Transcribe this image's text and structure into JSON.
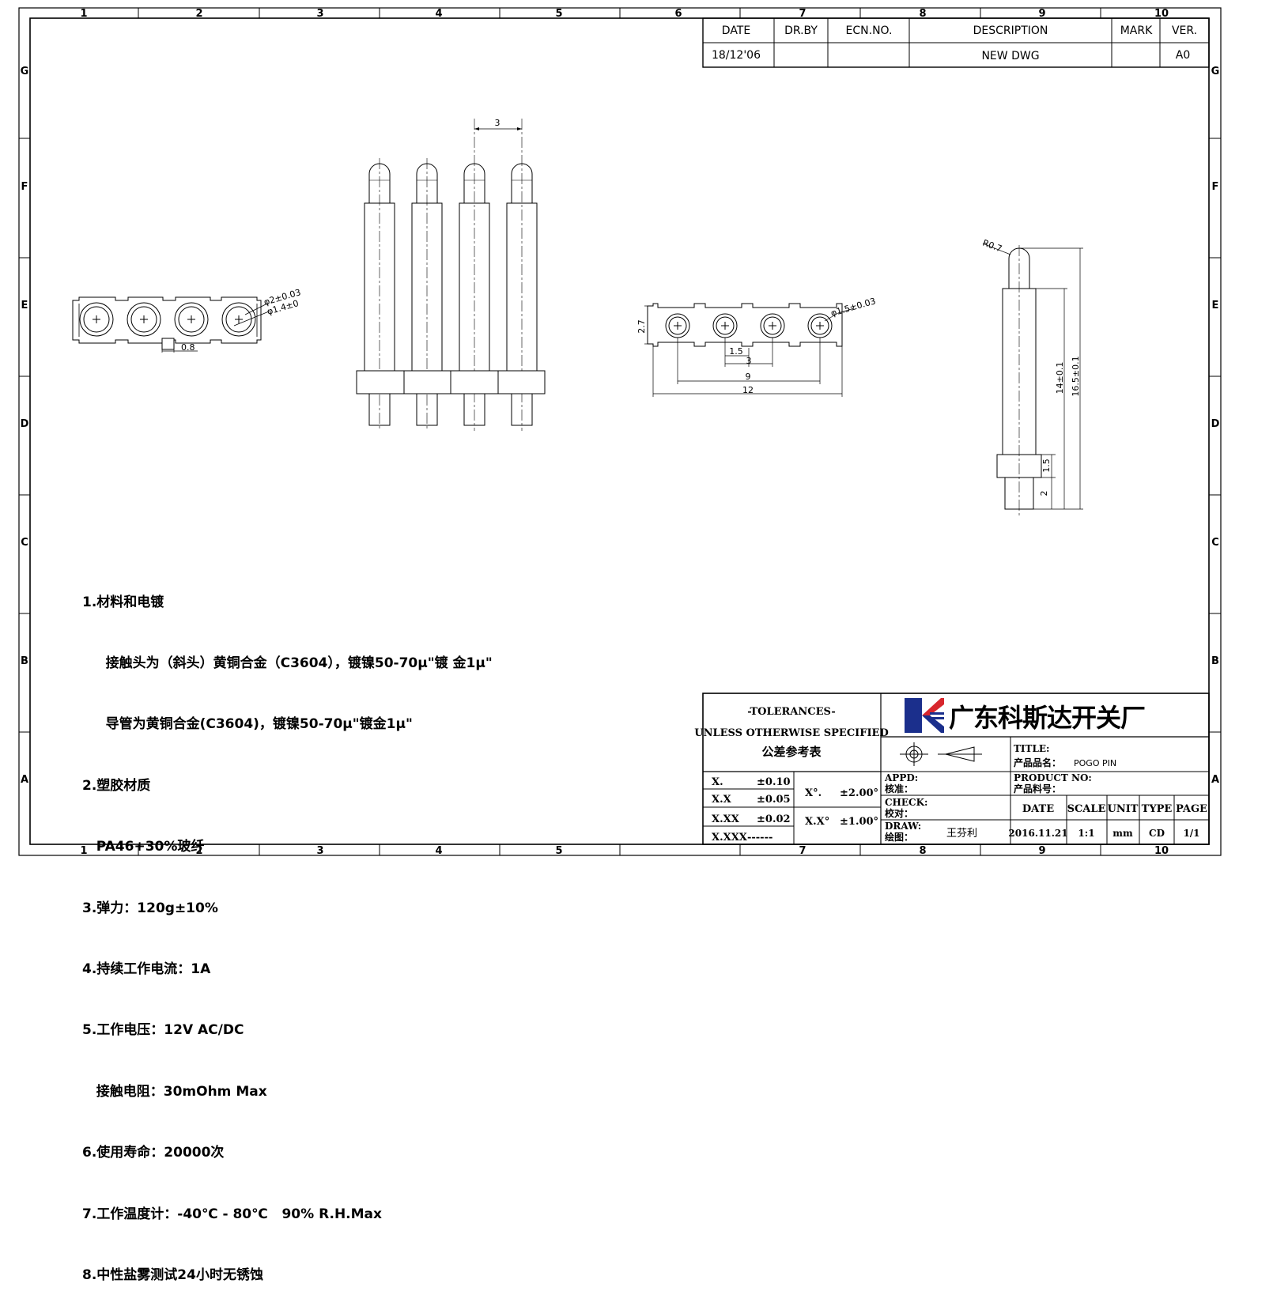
{
  "border": {
    "columns": [
      "1",
      "2",
      "3",
      "4",
      "5",
      "6",
      "7",
      "8",
      "9",
      "10"
    ],
    "rows": [
      "G",
      "F",
      "E",
      "D",
      "C",
      "B",
      "A"
    ]
  },
  "revision_block": {
    "headers": {
      "date": "DATE",
      "drawn_by": "DR.BY",
      "ecn": "ECN.NO.",
      "description": "DESCRIPTION",
      "mark": "MARK",
      "version": "VER."
    },
    "row": {
      "date": "18/12'06",
      "drawn_by": "",
      "ecn": "",
      "description": "NEW DWG",
      "mark": "",
      "version": "A0"
    }
  },
  "views": {
    "top_view_left": {
      "dim_pitch": "0.8",
      "dim_outer_dia": "φ2±0.03",
      "dim_inner_dia": "φ1.4±0"
    },
    "front_view": {
      "dim_pitch": "3"
    },
    "bottom_view": {
      "dim_height": "2.7",
      "dim_dia": "φ1.5±0.03",
      "dim_half_pitch": "1.5",
      "dim_pitch": "3",
      "dim_span": "9",
      "dim_total": "12"
    },
    "side_view": {
      "dim_radius": "R0.7",
      "dim_length_14": "14±0.1",
      "dim_length_165": "16.5±0.1",
      "dim_collar": "1.5",
      "dim_tail": "2"
    }
  },
  "notes": [
    "1.材料和电镀",
    "     接触头为（斜头）黄铜合金（C3604），镀镍50-70μ\"镀 金1μ\"",
    "     导管为黄铜合金(C3604)，镀镍50-70μ\"镀金1μ\"",
    "2.塑胶材质",
    "   PA46+30%玻纤",
    "3.弹力：120g±10%",
    "4.持续工作电流：1A",
    "5.工作电压：12V AC/DC",
    "   接触电阻：30mOhm Max",
    "6.使用寿命：20000次",
    "7.工作温度计：-40℃ - 80℃   90% R.H.Max",
    "8.中性盐雾测试24小时无锈蚀"
  ],
  "title_block": {
    "tolerance_title": "-TOLERANCES-",
    "tolerance_sub": "UNLESS OTHERWISE SPECIFIED",
    "tolerance_cn": "公差参考表",
    "tolerances": [
      {
        "label": "X.",
        "value": "±0.10"
      },
      {
        "label": "X.X",
        "value": "±0.05"
      },
      {
        "label": "X.XX",
        "value": "±0.02"
      },
      {
        "label": "X.XXX",
        "value": "------"
      }
    ],
    "angles": [
      {
        "label": "X°.",
        "value": "±2.00°"
      },
      {
        "label": "X.X°",
        "value": "±1.00°"
      }
    ],
    "company": "广东科斯达开关厂",
    "appd": "APPD:",
    "appd_cn": "核准：",
    "check": "CHECK:",
    "check_cn": "校对：",
    "draw": "DRAW:",
    "draw_cn": "绘图：",
    "drawer": "王芬利",
    "title_label": "TITLE:",
    "title_cn": "产品品名：",
    "title_value": "POGO PIN",
    "product_no_label": "PRODUCT NO:",
    "product_no_cn": "产品料号：",
    "info_headers": [
      "DATE",
      "SCALE",
      "UNIT",
      "TYPE",
      "PAGE"
    ],
    "info_values": [
      "2016.11.21",
      "1:1",
      "mm",
      "CD",
      "1/1"
    ],
    "colors": {
      "logo_blue": "#1b2f8c",
      "logo_red": "#d8262d"
    }
  }
}
